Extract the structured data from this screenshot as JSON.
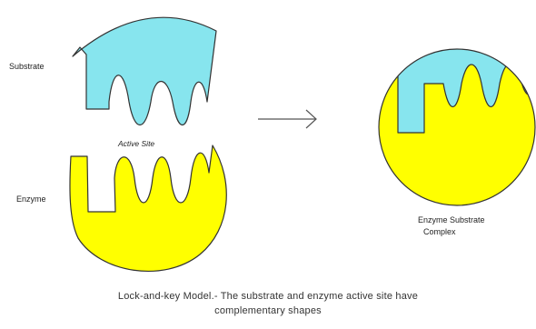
{
  "labels": {
    "substrate": "Substrate",
    "enzyme": "Enzyme",
    "active_site": "Active Site",
    "complex_line1": "Enzyme Substrate",
    "complex_line2": "Complex"
  },
  "caption": {
    "line1": "Lock-and-key Model.- The substrate and enzyme active site have",
    "line2": "complementary shapes"
  },
  "colors": {
    "substrate_fill": "#87E5EE",
    "enzyme_fill": "#FFFF00",
    "outline": "#333333",
    "arrow": "#555555"
  }
}
